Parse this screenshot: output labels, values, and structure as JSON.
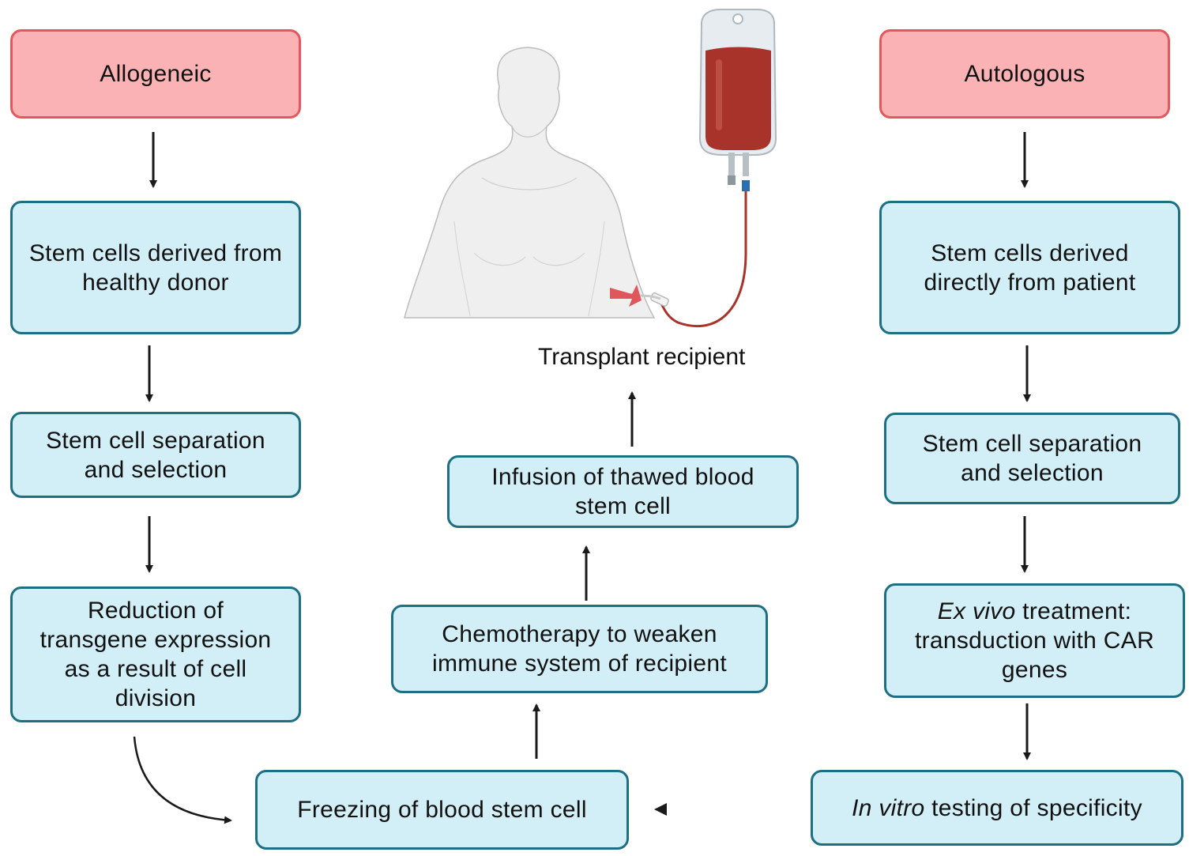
{
  "left_column": {
    "type_label": "Allogeneic",
    "step1": [
      "Stem cells derived from",
      "healthy donor"
    ],
    "step2": [
      "Stem cell separation",
      "and selection"
    ],
    "step3": [
      "Reduction of",
      "transgene expression",
      "as a result of cell",
      "division"
    ]
  },
  "right_column": {
    "type_label": "Autologous",
    "step1": [
      "Stem cells derived",
      "directly from patient"
    ],
    "step2": [
      "Stem cell separation",
      "and selection"
    ],
    "step3": {
      "italic": "Ex vivo",
      "rest": " treatment:",
      "line2": "transduction with CAR",
      "line3": "genes"
    },
    "step4": {
      "italic": "In vitro",
      "rest": " testing of specificity"
    }
  },
  "center_column": {
    "freezing": "Freezing of blood stem cell",
    "chemo": [
      "Chemotherapy to weaken",
      "immune system of recipient"
    ],
    "infusion": [
      "Infusion of thawed blood",
      "stem cell"
    ],
    "recipient_label": "Transplant recipient"
  },
  "colors": {
    "box_fill": "#d2eef6",
    "box_border": "#1e6f81",
    "header_fill": "#fbb2b5",
    "header_border": "#e4575c",
    "blood": "#a8332a",
    "arrow": "#1a1a1a"
  },
  "illustration": {
    "figure_icon": "human-torso-icon",
    "bag_icon": "blood-bag-icon"
  }
}
